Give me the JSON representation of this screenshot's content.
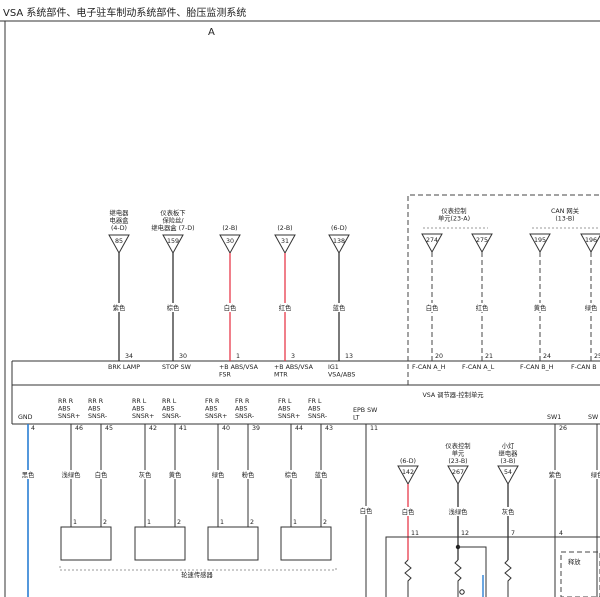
{
  "title": "VSA 系统部件、电子驻车制动系统部件、胎压监测系统",
  "page_marker": "A",
  "colors": {
    "wire": "#333333",
    "red_wire": "#e83a4a",
    "blue_wire": "#2a7fd4"
  },
  "upper_connectors": [
    {
      "label_lines": [
        "继电器",
        "电器盒",
        "(4-D)"
      ],
      "pin": "85",
      "color": "紫色",
      "term_no": "34",
      "term_lines": [
        "BRK LAMP"
      ],
      "wire_color": "#333333"
    },
    {
      "label_lines": [
        "仪表板下",
        "保险丝/",
        "继电器盒 (7-D)"
      ],
      "pin": "159",
      "color": "棕色",
      "term_no": "30",
      "term_lines": [
        "STOP SW"
      ],
      "wire_color": "#333333"
    },
    {
      "label_lines": [
        "(2-B)"
      ],
      "pin": "30",
      "color": "白色",
      "term_no": "1",
      "term_lines": [
        "+B ABS/VSA",
        "FSR"
      ],
      "wire_color": "#e83a4a"
    },
    {
      "label_lines": [
        "(2-B)"
      ],
      "pin": "31",
      "color": "红色",
      "term_no": "3",
      "term_lines": [
        "+B ABS/VSA",
        "MTR"
      ],
      "wire_color": "#e83a4a"
    },
    {
      "label_lines": [
        "(6-D)"
      ],
      "pin": "138",
      "color": "蓝色",
      "term_no": "13",
      "term_lines": [
        "IG1",
        "VSA/ABS"
      ],
      "wire_color": "#333333"
    }
  ],
  "can_group": {
    "unit_label_lines": [
      "仪表控制",
      "单元(23-A)"
    ],
    "gateway_label_lines": [
      "CAN 网关",
      "(13-B)"
    ],
    "connectors": [
      {
        "pin": "274",
        "color": "白色",
        "term_no": "20",
        "term_lines": [
          "F-CAN A_H"
        ]
      },
      {
        "pin": "275",
        "color": "红色",
        "term_no": "21",
        "term_lines": [
          "F-CAN A_L"
        ]
      },
      {
        "pin": "195",
        "color": "黄色",
        "term_no": "24",
        "term_lines": [
          "F-CAN B_H"
        ]
      },
      {
        "pin": "196",
        "color": "绿色",
        "term_no": "25",
        "term_lines": [
          "F-CAN B"
        ]
      }
    ]
  },
  "module_label": "VSA 调节器-控制单元",
  "gnd": {
    "label": "GND",
    "term_no": "4",
    "color": "黑色"
  },
  "sensors": [
    {
      "n1": "RR R",
      "n2": "ABS",
      "n3": "SNSR+",
      "term_no": "46",
      "color": "浅绿色"
    },
    {
      "n1": "RR R",
      "n2": "ABS",
      "n3": "SNSR-",
      "term_no": "45",
      "color": "白色"
    },
    {
      "n1": "RR L",
      "n2": "ABS",
      "n3": "SNSR+",
      "term_no": "42",
      "color": "灰色"
    },
    {
      "n1": "RR L",
      "n2": "ABS",
      "n3": "SNSR-",
      "term_no": "41",
      "color": "黄色"
    },
    {
      "n1": "FR R",
      "n2": "ABS",
      "n3": "SNSR+",
      "term_no": "40",
      "color": "绿色"
    },
    {
      "n1": "FR R",
      "n2": "ABS",
      "n3": "SNSR-",
      "term_no": "39",
      "color": "粉色"
    },
    {
      "n1": "FR L",
      "n2": "ABS",
      "n3": "SNSR+",
      "term_no": "44",
      "color": "棕色"
    },
    {
      "n1": "FR L",
      "n2": "ABS",
      "n3": "SNSR-",
      "term_no": "43",
      "color": "蓝色"
    }
  ],
  "sensor_pins": [
    "1",
    "2"
  ],
  "sensor_group_label": "轮速传感器",
  "epb": {
    "n1": "EPB SW",
    "n2": "LT",
    "term_no": "11",
    "color": "白色"
  },
  "lower_connectors": [
    {
      "label_lines": [
        "(6-D)"
      ],
      "pin": "142",
      "color": "白色",
      "bottom_no": "11"
    },
    {
      "label_lines": [
        "仪表控制",
        "单元",
        "(23-B)"
      ],
      "pin": "267",
      "color": "浅绿色",
      "bottom_no": "12"
    },
    {
      "label_lines": [
        "小灯",
        "继电器",
        "(3-B)"
      ],
      "pin": "54",
      "color": "灰色",
      "bottom_no": "7"
    }
  ],
  "sw1": {
    "label": "SW1",
    "term_no": "26",
    "color": "紫色",
    "bottom_no": "4"
  },
  "sw_right": {
    "label": "SW",
    "color": "绿色"
  },
  "release_label": "释放"
}
